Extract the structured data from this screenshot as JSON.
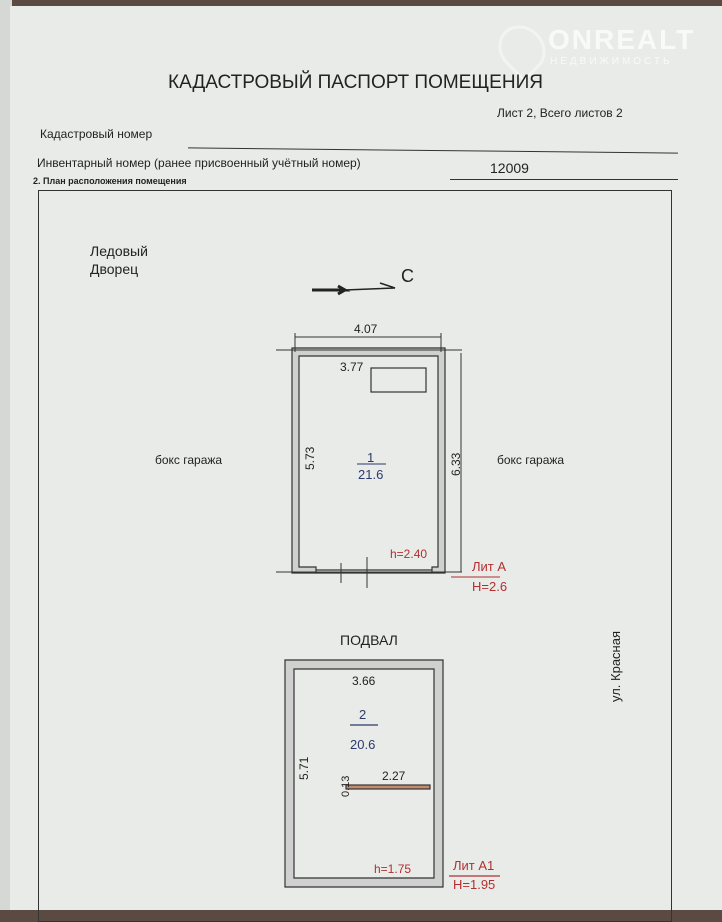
{
  "watermark": {
    "brand": "ONREALT",
    "tagline": "НЕДВИЖИМОСТЬ"
  },
  "header": {
    "title": "КАДАСТРОВЫЙ ПАСПОРТ ПОМЕЩЕНИЯ",
    "sheet": "Лист  2,  Всего листов  2"
  },
  "fields": {
    "cadastral_label": "Кадастровый номер",
    "cadastral_value": "",
    "inventory_label": "Инвентарный номер (ранее присвоенный учётный  номер)",
    "inventory_value": "12009"
  },
  "section": "2. План расположения помещения",
  "plan": {
    "neighbor_top": "Ледовый\nДворец",
    "neighbor_top_1": "Ледовый",
    "neighbor_top_2": "Дворец",
    "north": "С",
    "left_label": "бокс гаража",
    "right_label": "бокс гаража",
    "street": "ул. Красная",
    "floor1": {
      "outer_width": "4.07",
      "inner_width": "3.77",
      "inner_length": "5.73",
      "outer_length": "6.33",
      "room_number": "1",
      "room_area": "21.6",
      "inner_height": "h=2.40",
      "lit": "Лит А",
      "outer_height": "H=2.6"
    },
    "basement": {
      "title": "ПОДВАЛ",
      "inner_width": "3.66",
      "inner_length": "5.71",
      "room_number": "2",
      "room_area": "20.6",
      "step_width": "0.13",
      "step_length": "2.27",
      "inner_height": "h=1.75",
      "lit": "Лит А1",
      "outer_height": "H=1.95"
    }
  }
}
